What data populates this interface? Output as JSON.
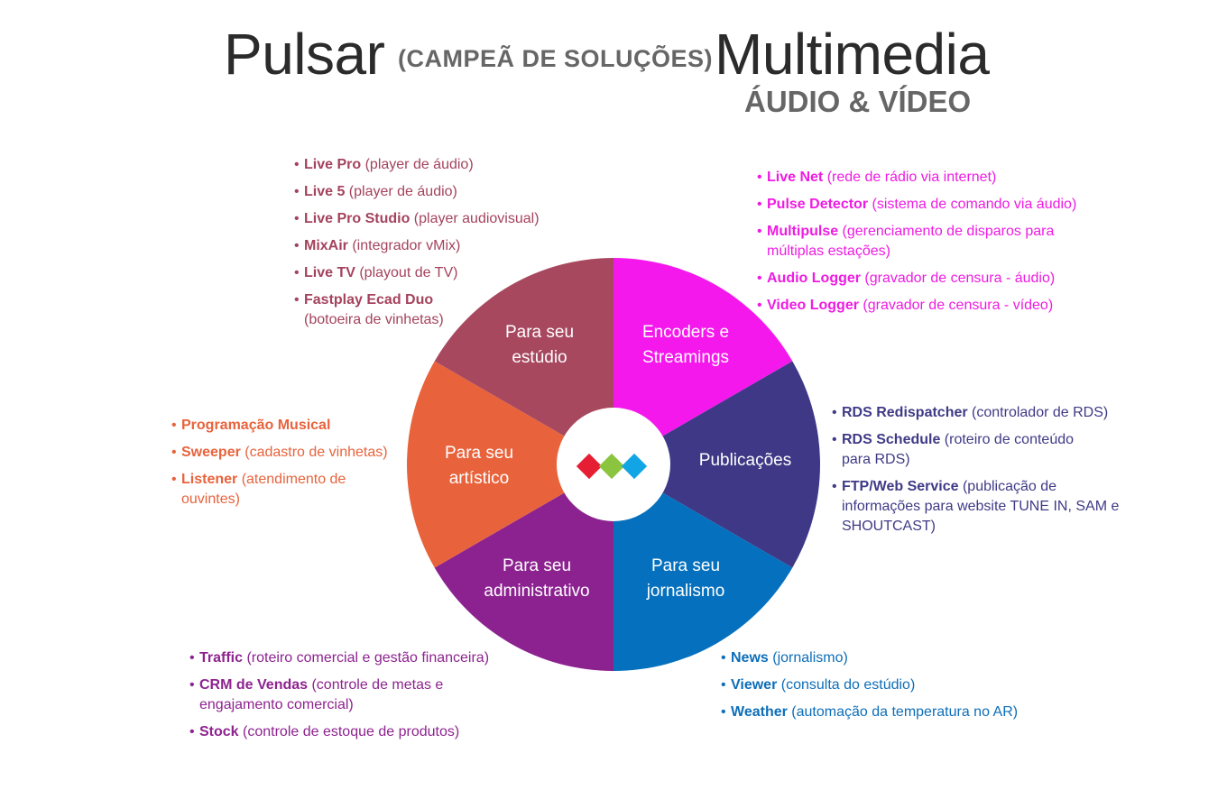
{
  "title": {
    "brand": "Pulsar",
    "tagline": "(CAMPEÃ DE SOLUÇÕES)",
    "product": "Multimedia",
    "subtitle": "ÁUDIO & VÍDEO"
  },
  "colors": {
    "studio": "#a8485f",
    "encoders": "#f518ec",
    "artistic": "#e8633c",
    "publications": "#3e3886",
    "administrative": "#8c2290",
    "journalism": "#0570bd",
    "logo_red": "#e61e34",
    "logo_green": "#8bc53f",
    "logo_blue": "#12a5e6"
  },
  "wheel": {
    "segments": [
      {
        "key": "encoders",
        "label_line1": "Encoders  e",
        "label_line2": "Streamings"
      },
      {
        "key": "publications",
        "label_line1": "Publicações",
        "label_line2": ""
      },
      {
        "key": "journalism",
        "label_line1": "Para seu",
        "label_line2": "jornalismo"
      },
      {
        "key": "administrative",
        "label_line1": "Para seu",
        "label_line2": "administrativo"
      },
      {
        "key": "artistic",
        "label_line1": "Para seu",
        "label_line2": "artístico"
      },
      {
        "key": "studio",
        "label_line1": "Para seu",
        "label_line2": "estúdio"
      }
    ],
    "center_icon": "three-diamonds-logo"
  },
  "groups": {
    "studio": [
      {
        "name": "Live Pro",
        "desc": " (player de áudio)"
      },
      {
        "name": "Live 5",
        "desc": " (player de áudio)"
      },
      {
        "name": "Live Pro Studio",
        "desc": " (player audiovisual)"
      },
      {
        "name": "MixAir",
        "desc": " (integrador vMix)"
      },
      {
        "name": "Live TV",
        "desc": " (playout de TV)"
      },
      {
        "name": "Fastplay Ecad Duo",
        "desc": " (botoeira de vinhetas)"
      }
    ],
    "encoders": [
      {
        "name": "Live Net",
        "desc": " (rede de rádio via internet)"
      },
      {
        "name": "Pulse Detector",
        "desc": " (sistema de comando via áudio)"
      },
      {
        "name": "Multipulse",
        "desc": " (gerenciamento de disparos para múltiplas estações)"
      },
      {
        "name": "Audio Logger",
        "desc": " (gravador de censura - áudio)"
      },
      {
        "name": "Video Logger",
        "desc": " (gravador de censura - vídeo)"
      }
    ],
    "artistic": [
      {
        "name": "Programação Musical",
        "desc": ""
      },
      {
        "name": "Sweeper",
        "desc": " (cadastro de vinhetas)"
      },
      {
        "name": "Listener",
        "desc": " (atendimento de ouvintes)"
      }
    ],
    "publications": [
      {
        "name": "RDS Redispatcher",
        "desc": " (controlador de RDS)"
      },
      {
        "name": "RDS Schedule",
        "desc": " (roteiro de conteúdo para RDS)"
      },
      {
        "name": "FTP/Web Service",
        "desc": " (publicação de informações para website TUNE IN, SAM e SHOUTCAST)"
      }
    ],
    "administrative": [
      {
        "name": "Traffic",
        "desc": " (roteiro comercial e gestão financeira)"
      },
      {
        "name": "CRM de Vendas",
        "desc": " (controle de metas e engajamento comercial)"
      },
      {
        "name": "Stock",
        "desc": " (controle de estoque de produtos)"
      }
    ],
    "journalism": [
      {
        "name": "News",
        "desc": " (jornalismo)"
      },
      {
        "name": "Viewer",
        "desc": " (consulta do estúdio)"
      },
      {
        "name": "Weather",
        "desc": " (automação da temperatura no AR)"
      }
    ]
  }
}
